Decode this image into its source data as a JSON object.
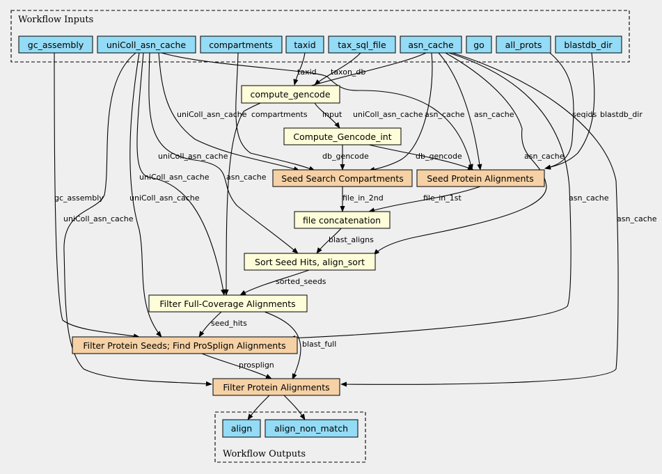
{
  "clusters": {
    "inputs_title": "Workflow Inputs",
    "outputs_title": "Workflow Outputs"
  },
  "colors": {
    "input": "#94dbf5",
    "step_light": "#fdfdd9",
    "step_orange": "#f5d1a5",
    "background": "#efefef"
  },
  "inputs": {
    "gc_assembly": "gc_assembly",
    "uniColl_asn_cache": "uniColl_asn_cache",
    "compartments": "compartments",
    "taxid": "taxid",
    "tax_sql_file": "tax_sql_file",
    "asn_cache": "asn_cache",
    "go": "go",
    "all_prots": "all_prots",
    "blastdb_dir": "blastdb_dir"
  },
  "steps": {
    "compute_gencode": "compute_gencode",
    "compute_gencode_int": "Compute_Gencode_int",
    "seed_search_compartments": "Seed Search Compartments",
    "seed_protein_alignments": "Seed Protein Alignments",
    "file_concatenation": "file concatenation",
    "sort_seed_hits": "Sort Seed Hits, align_sort",
    "filter_full_coverage": "Filter Full-Coverage Alignments",
    "filter_protein_seeds": "Filter Protein Seeds; Find ProSplign Alignments",
    "filter_protein_alignments": "Filter Protein Alignments"
  },
  "outputs": {
    "align": "align",
    "align_non_match": "align_non_match"
  },
  "edge_labels": {
    "taxid": "taxid",
    "taxon_db": "taxon_db",
    "compartments": "compartments",
    "input": "input",
    "uniColl_asn_cache_1": "uniColl_asn_cache",
    "uniColl_asn_cache_2": "uniColl_asn_cache",
    "uniColl_asn_cache_3": "uniColl_asn_cache",
    "uniColl_asn_cache_4": "uniColl_asn_cache",
    "uniColl_asn_cache_5": "uniColl_asn_cache",
    "uniColl_asn_cache_6": "uniColl_asn_cache",
    "asn_cache_1": "asn_cache",
    "asn_cache_2": "asn_cache",
    "asn_cache_3": "asn_cache",
    "asn_cache_4": "asn_cache",
    "asn_cache_5": "asn_cache",
    "asn_cache_6": "asn_cache",
    "seqids": "seqids",
    "blastdb_dir": "blastdb_dir",
    "db_gencode_1": "db_gencode",
    "db_gencode_2": "db_gencode",
    "gc_assembly": "gc_assembly",
    "file_in_2nd": "file_in_2nd",
    "file_in_1st": "file_in_1st",
    "blast_aligns": "blast_aligns",
    "sorted_seeds": "sorted_seeds",
    "seed_hits": "seed_hits",
    "blast_full": "blast_full",
    "prospolign": "prosplign"
  }
}
